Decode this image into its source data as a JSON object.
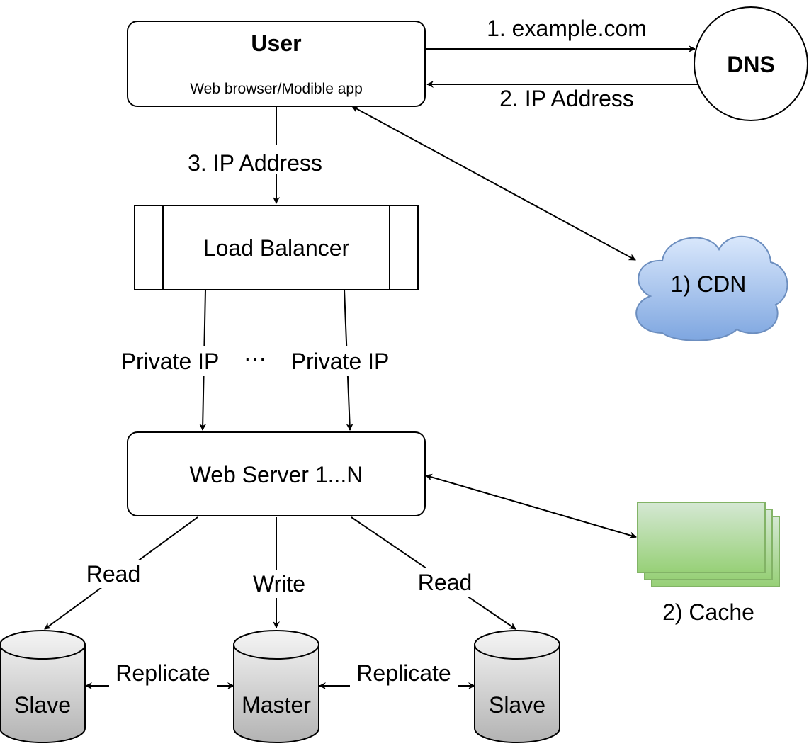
{
  "nodes": {
    "user": {
      "title": "User",
      "subtitle": "Web browser/Modible app"
    },
    "dns": {
      "label": "DNS"
    },
    "load_balancer": {
      "label": "Load Balancer"
    },
    "cdn": {
      "label": "1) CDN"
    },
    "web_server": {
      "label": "Web Server 1...N"
    },
    "cache": {
      "label": "2) Cache"
    },
    "db_slave_left": {
      "label": "Slave"
    },
    "db_master": {
      "label": "Master"
    },
    "db_slave_right": {
      "label": "Slave"
    }
  },
  "edges": {
    "user_to_dns": "1. example.com",
    "dns_to_user": "2. IP Address",
    "user_to_lb": "3. IP Address",
    "lb_to_ws_left": "Private IP",
    "lb_to_ws_ellipsis": "···",
    "lb_to_ws_right": "Private IP",
    "ws_to_slave_left": "Read",
    "ws_to_master": "Write",
    "ws_to_slave_right": "Read",
    "replicate_left": "Replicate",
    "replicate_right": "Replicate"
  },
  "colors": {
    "cdn_fill_top": "#dae8fc",
    "cdn_fill_bottom": "#7ea6e0",
    "cdn_stroke": "#6c8ebf",
    "cache_fill_top": "#d5e8d4",
    "cache_fill_bottom": "#97d077",
    "cache_stroke": "#82b366",
    "db_fill_top": "#f5f5f5",
    "db_fill_bottom": "#b3b3b3"
  }
}
